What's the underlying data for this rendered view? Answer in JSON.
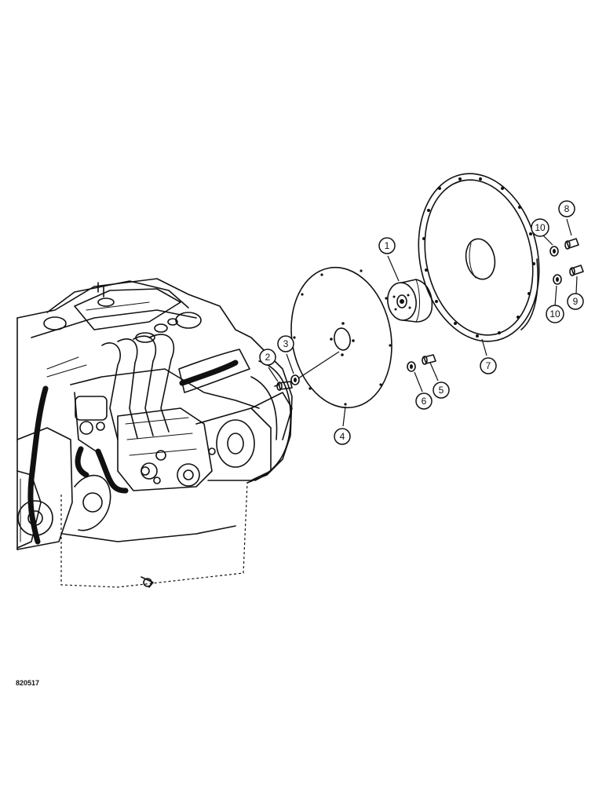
{
  "figure_id": "820517",
  "callouts": [
    {
      "name": "callout-1",
      "label": "1"
    },
    {
      "name": "callout-2",
      "label": "2"
    },
    {
      "name": "callout-3",
      "label": "3"
    },
    {
      "name": "callout-4",
      "label": "4"
    },
    {
      "name": "callout-5",
      "label": "5"
    },
    {
      "name": "callout-6",
      "label": "6"
    },
    {
      "name": "callout-7",
      "label": "7"
    },
    {
      "name": "callout-8",
      "label": "8"
    },
    {
      "name": "callout-9",
      "label": "9"
    },
    {
      "name": "callout-10a",
      "label": "10"
    },
    {
      "name": "callout-10b",
      "label": "10"
    }
  ]
}
